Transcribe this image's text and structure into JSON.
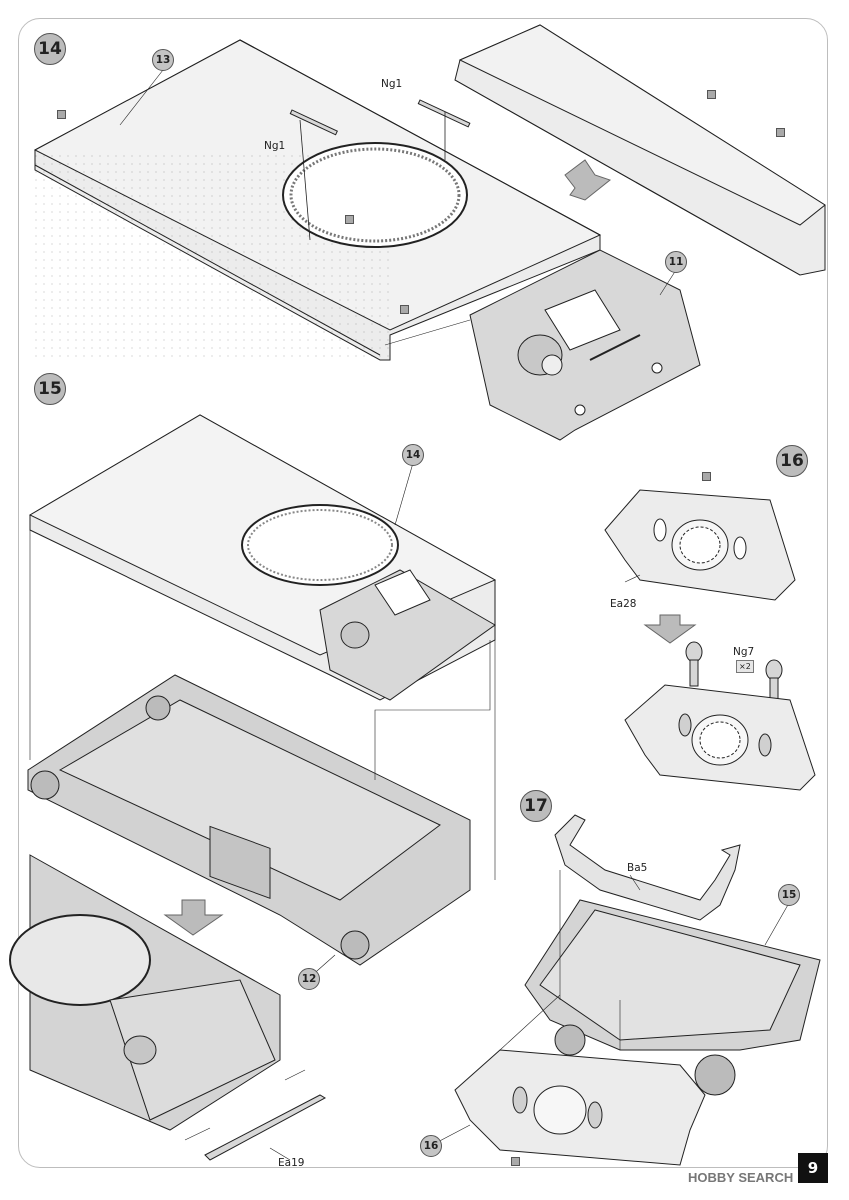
{
  "steps": [
    {
      "number": "14"
    },
    {
      "number": "15"
    },
    {
      "number": "16"
    },
    {
      "number": "17"
    }
  ],
  "references": {
    "step14_hull_top": "13",
    "step14_front_plate": "11",
    "step15_upper_hull": "14",
    "step15_lower_hull": "12",
    "step17_hull": "15",
    "step17_front_plate": "16"
  },
  "part_labels": {
    "ng1_left": "Ng1",
    "ng1_right": "Ng1",
    "ea28": "Ea28",
    "ng7": "Ng7",
    "ng7_multiplier": "×2",
    "ba5": "Ba5",
    "ea19": "Ea19"
  },
  "footer": {
    "page_number": "9",
    "watermark": "HOBBY SEARCH"
  },
  "colors": {
    "part_fill": "#d8d8d8",
    "part_fill_light": "#ececec",
    "outline": "#222222",
    "step_circle": "#bcbcbc"
  }
}
